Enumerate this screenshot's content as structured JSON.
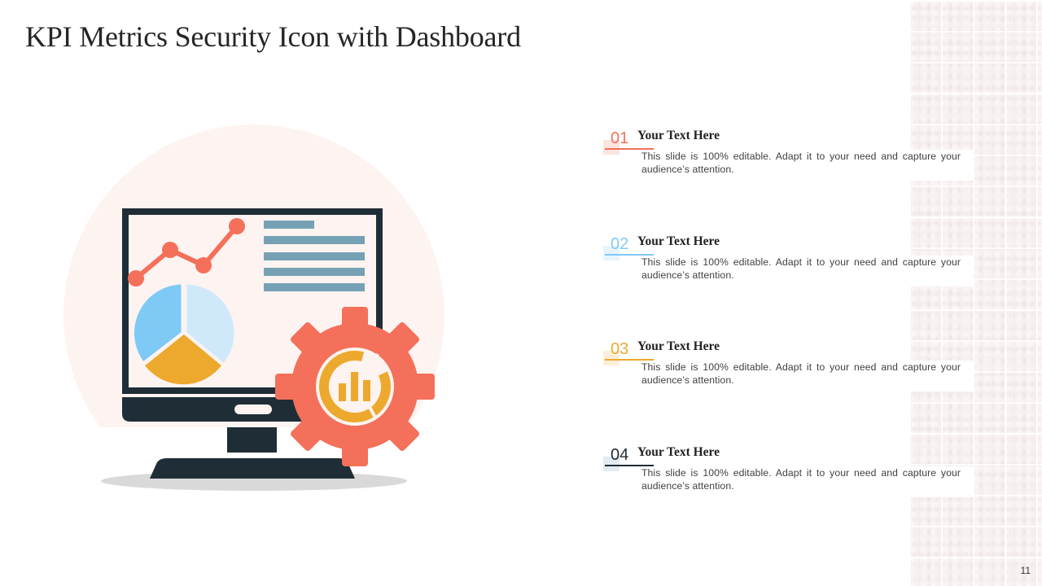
{
  "slide": {
    "title": "KPI Metrics Security Icon with Dashboard",
    "page_number": "11"
  },
  "colors": {
    "monitor_dark": "#1f2d36",
    "screen_bg": "#fdf3f1",
    "bg_circle": "#fdf3f1",
    "line_chart": "#f4705a",
    "pie_blue": "#7fc9f7",
    "pie_light_blue": "#cfe9fb",
    "pie_yellow": "#eda92e",
    "text_bars": "#76a1b4",
    "gear": "#f4705a",
    "gear_icon": "#eda92e",
    "shadow": "#d9d9d9"
  },
  "items": [
    {
      "number": "01",
      "heading": "Your Text Here",
      "description": "This slide is 100% editable. Adapt it to your need and capture your audience’s attention.",
      "color": "#f4705a",
      "bg_color": "#f9c9bf"
    },
    {
      "number": "02",
      "heading": "Your Text Here",
      "description": "This slide is 100% editable. Adapt it to your need and capture your audience’s attention.",
      "color": "#7fc9f7",
      "bg_color": "#cfe9fb"
    },
    {
      "number": "03",
      "heading": "Your Text Here",
      "description": "This slide is 100% editable. Adapt it to your need and capture your audience’s attention.",
      "color": "#eda92e",
      "bg_color": "#fbdfb0"
    },
    {
      "number": "04",
      "heading": "Your Text Here",
      "description": "This slide is 100% editable. Adapt it to your need and capture your audience’s attention.",
      "color": "#1f2d36",
      "bg_color": "#c9d9e5"
    }
  ]
}
